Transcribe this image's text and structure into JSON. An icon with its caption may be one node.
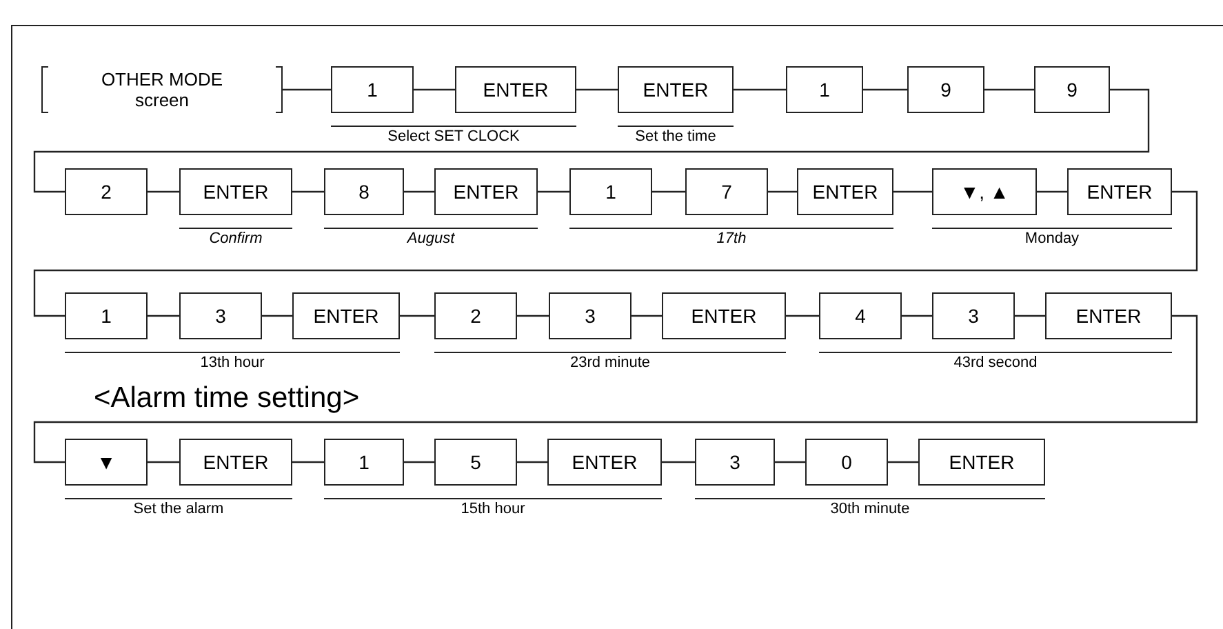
{
  "diagram": {
    "nodes": [
      {
        "text": [
          "OTHER MODE screen"
        ]
      },
      {
        "text": [
          "1"
        ]
      },
      {
        "text": [
          "ENTER"
        ]
      },
      {
        "text": [
          "ENTER"
        ]
      },
      {
        "text": [
          "1"
        ]
      },
      {
        "text": [
          "9"
        ]
      },
      {
        "text": [
          "9"
        ]
      },
      {
        "text": [
          "2"
        ]
      },
      {
        "text": [
          "ENTER"
        ]
      },
      {
        "text": [
          "8"
        ]
      },
      {
        "text": [
          "ENTER"
        ]
      },
      {
        "text": [
          "1"
        ]
      },
      {
        "text": [
          "7"
        ]
      },
      {
        "text": [
          "ENTER"
        ]
      },
      {
        "text": [
          "▼, ▲"
        ]
      },
      {
        "text": [
          "ENTER"
        ]
      },
      {
        "text": [
          "1"
        ]
      },
      {
        "text": [
          "3"
        ]
      },
      {
        "text": [
          "ENTER"
        ]
      },
      {
        "text": [
          "2"
        ]
      },
      {
        "text": [
          "3"
        ]
      },
      {
        "text": [
          "ENTER"
        ]
      },
      {
        "text": [
          "4"
        ]
      },
      {
        "text": [
          "3"
        ]
      },
      {
        "text": [
          "ENTER"
        ]
      },
      {
        "text": [
          "▼"
        ]
      },
      {
        "text": [
          "ENTER"
        ]
      },
      {
        "text": [
          "1"
        ]
      },
      {
        "text": [
          "5"
        ]
      },
      {
        "text": [
          "ENTER"
        ]
      },
      {
        "text": [
          "3"
        ]
      },
      {
        "text": [
          "0"
        ]
      },
      {
        "text": [
          "ENTER"
        ]
      }
    ],
    "edges": [
      {
        "from": 0,
        "to": 1,
        "arrow": "none"
      },
      {
        "from": 1,
        "to": 2,
        "arrow": "none"
      },
      {
        "from": 2,
        "to": 3,
        "arrow": "none"
      },
      {
        "from": 3,
        "to": 4,
        "arrow": "none"
      },
      {
        "from": 4,
        "to": 5,
        "arrow": "none"
      },
      {
        "from": 5,
        "to": 6,
        "arrow": "none"
      },
      {
        "from": 6,
        "to": 7,
        "arrow": "none"
      },
      {
        "from": 7,
        "to": 8,
        "arrow": "none"
      },
      {
        "from": 8,
        "to": 9,
        "arrow": "none"
      },
      {
        "from": 9,
        "to": 10,
        "arrow": "none"
      },
      {
        "from": 10,
        "to": 11,
        "arrow": "none"
      },
      {
        "from": 11,
        "to": 12,
        "arrow": "none"
      },
      {
        "from": 12,
        "to": 13,
        "arrow": "none"
      },
      {
        "from": 13,
        "to": 14,
        "arrow": "none"
      },
      {
        "from": 14,
        "to": 15,
        "arrow": "none"
      },
      {
        "from": 15,
        "to": 16,
        "arrow": "none"
      },
      {
        "from": 16,
        "to": 17,
        "arrow": "none"
      },
      {
        "from": 17,
        "to": 18,
        "arrow": "none"
      },
      {
        "from": 18,
        "to": 19,
        "arrow": "none"
      },
      {
        "from": 19,
        "to": 20,
        "arrow": "none"
      },
      {
        "from": 20,
        "to": 21,
        "arrow": "none"
      },
      {
        "from": 21,
        "to": 22,
        "arrow": "none"
      },
      {
        "from": 22,
        "to": 23,
        "arrow": "none"
      },
      {
        "from": 23,
        "to": 24,
        "arrow": "none"
      },
      {
        "from": 24,
        "to": 25,
        "arrow": "none"
      },
      {
        "from": 25,
        "to": 26,
        "arrow": "none"
      },
      {
        "from": 26,
        "to": 27,
        "arrow": "none"
      },
      {
        "from": 27,
        "to": 28,
        "arrow": "none"
      },
      {
        "from": 28,
        "to": 29,
        "arrow": "none"
      },
      {
        "from": 29,
        "to": 30,
        "arrow": "none"
      },
      {
        "from": 30,
        "to": 31,
        "arrow": "none"
      },
      {
        "from": 31,
        "to": 32,
        "arrow": "none"
      }
    ],
    "labels": [
      "Select SET CLOCK",
      "Set the time",
      "Confirm",
      "August",
      "17th",
      "Monday",
      "13th hour",
      "23rd minute",
      "43rd second",
      "<Alarm time setting>",
      "Set the alarm",
      "15th hour",
      "30th minute"
    ]
  }
}
